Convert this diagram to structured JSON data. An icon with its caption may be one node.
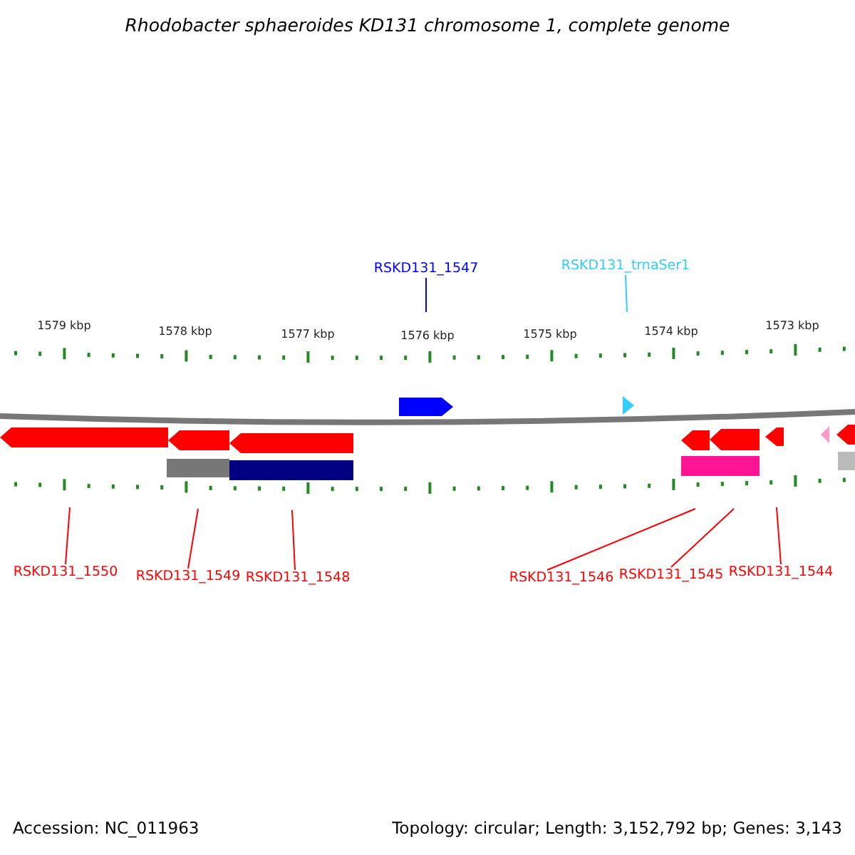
{
  "diagram": {
    "title": "Rhodobacter sphaeroides KD131 chromosome 1, complete genome",
    "nodes": [
      {
        "text": [
          "RSKD131_1547"
        ]
      },
      {
        "text": [
          "RSKD131_trnaSer1"
        ]
      },
      {
        "text": [
          "RSKD131_1550"
        ]
      },
      {
        "text": [
          "RSKD131_1549"
        ]
      },
      {
        "text": [
          "RSKD131_1548"
        ]
      },
      {
        "text": [
          "RSKD131_1546"
        ]
      },
      {
        "text": [
          "RSKD131_1545"
        ]
      },
      {
        "text": [
          "RSKD131_1544"
        ]
      }
    ],
    "edges": [
      {
        "from": 0,
        "to": null,
        "arrow": "none",
        "color": "#0000ff"
      },
      {
        "from": 1,
        "to": null,
        "arrow": "none",
        "color": "#33ccff"
      },
      {
        "from": 2,
        "to": null,
        "arrow": "none"
      },
      {
        "from": 3,
        "to": null,
        "arrow": "none"
      },
      {
        "from": 4,
        "to": null,
        "arrow": "none"
      },
      {
        "from": 5,
        "to": null,
        "arrow": "none"
      },
      {
        "from": 6,
        "to": null,
        "arrow": "none"
      },
      {
        "from": 7,
        "to": null,
        "arrow": "none"
      }
    ],
    "labels": [
      "1579 kbp",
      "1578 kbp",
      "1577 kbp",
      "1576 kbp",
      "1575 kbp",
      "1574 kbp",
      "1573 kbp",
      "Accession: NC_011963",
      "Topology: circular; Length: 3,152,792 bp; Genes: 3,143"
    ]
  }
}
